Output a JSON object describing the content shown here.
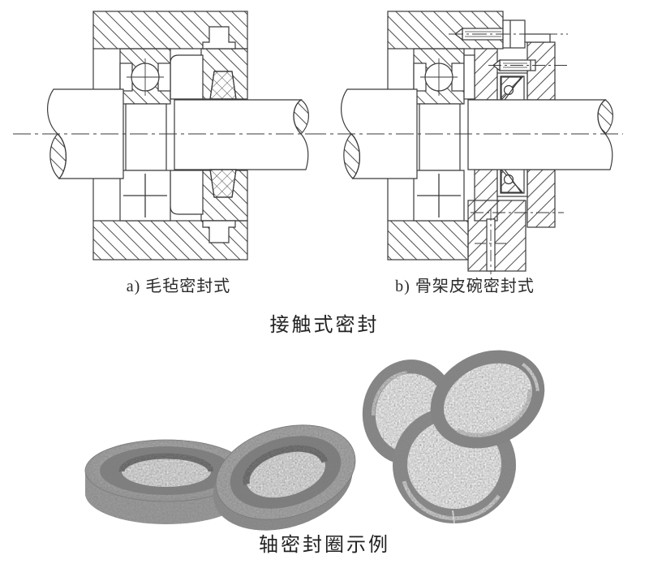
{
  "top_figure": {
    "label_a": "a) 毛毡密封式",
    "label_b": "b) 骨架皮碗密封式",
    "caption": "接触式密封"
  },
  "bottom_figure": {
    "caption": "轴密封圈示例"
  },
  "colors": {
    "line": "#3a3a3a",
    "hatch": "#4d4d4d",
    "ink": "#222222",
    "ring_light": "#b3b3b3",
    "ring_mid": "#8c8c8c",
    "ring_dark": "#6b6b6b",
    "paper": "#ffffff"
  }
}
